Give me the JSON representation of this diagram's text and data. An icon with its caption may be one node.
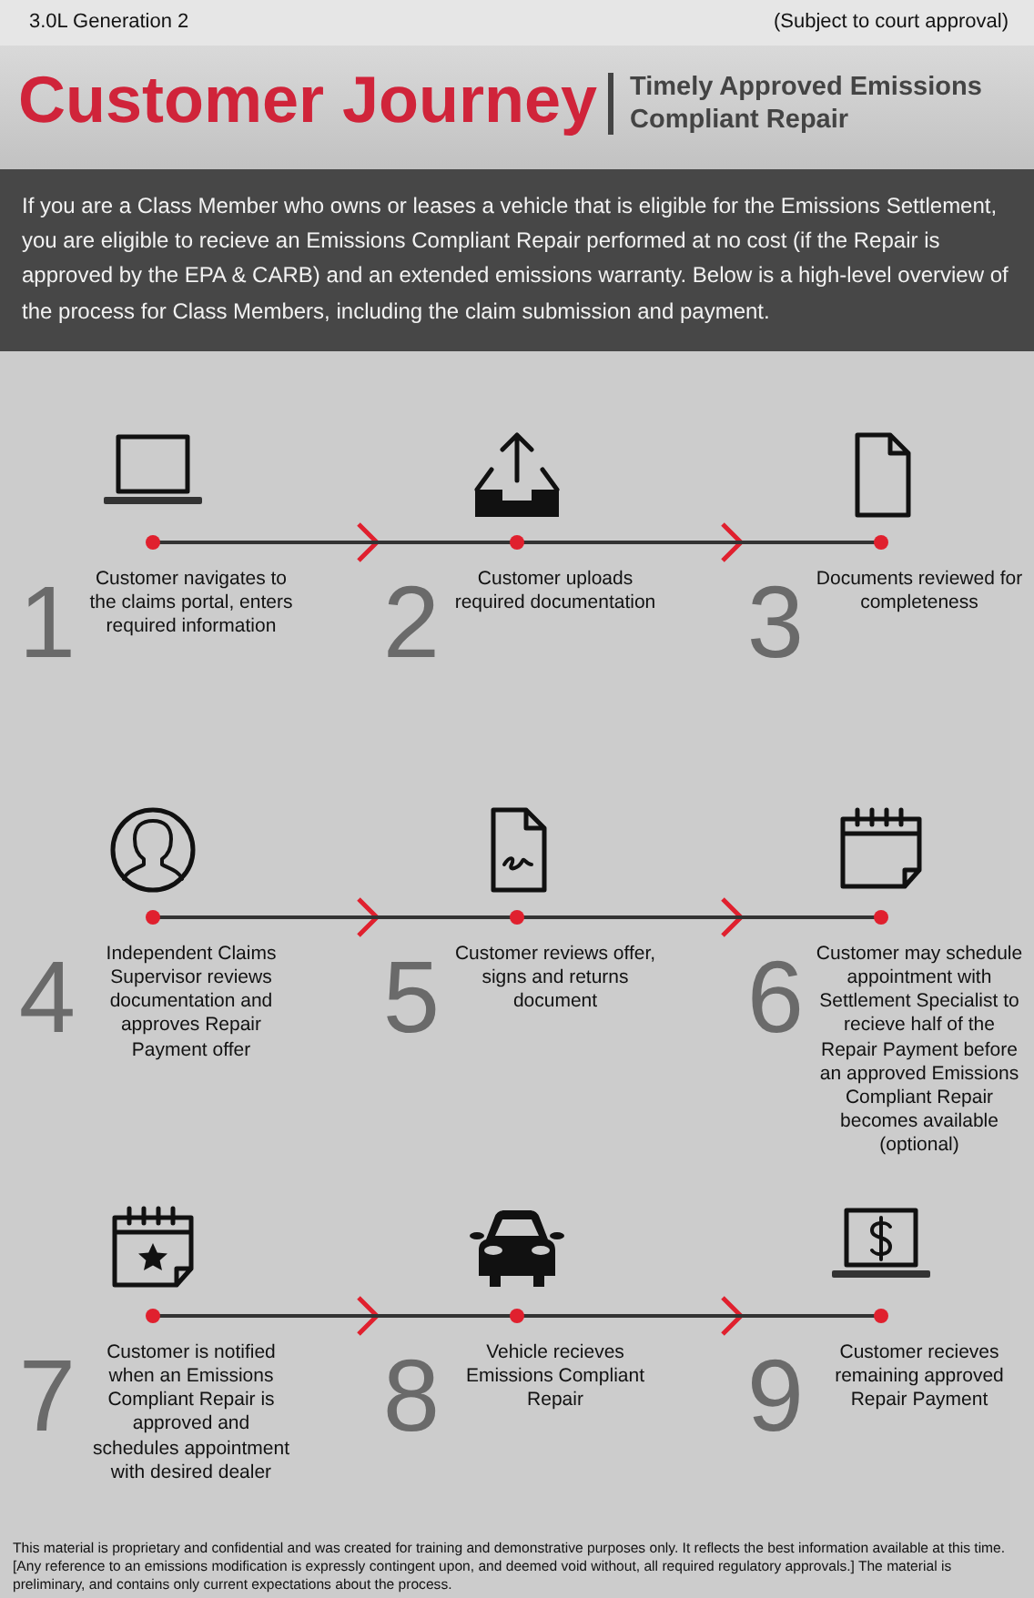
{
  "diagram": {
    "title": "Customer Journey",
    "nodes": [
      {
        "text": [
          "1",
          "Customer navigates to the claims portal, enters required information"
        ]
      },
      {
        "text": [
          "2",
          "Customer uploads required documentation"
        ]
      },
      {
        "text": [
          "3",
          "Documents reviewed for completeness"
        ]
      },
      {
        "text": [
          "4",
          "Independent Claims Supervisor reviews documentation and approves Repair Payment offer"
        ]
      },
      {
        "text": [
          "5",
          "Customer reviews offer, signs and returns document"
        ]
      },
      {
        "text": [
          "6",
          "Customer may schedule appointment with Settlement Specialist to recieve half of the Repair Payment before an approved Emissions Compliant Repair becomes available (optional)"
        ]
      },
      {
        "text": [
          "7",
          "Customer is notified when an Emissions Compliant Repair is approved and schedules appointment with desired dealer"
        ]
      },
      {
        "text": [
          "8",
          "Vehicle recieves Emissions Compliant Repair"
        ]
      },
      {
        "text": [
          "9",
          "Customer recieves remaining approved Repair Payment"
        ]
      }
    ],
    "edges": [
      {
        "from": 0,
        "to": 1,
        "arrow": "to"
      },
      {
        "from": 1,
        "to": 2,
        "arrow": "to"
      },
      {
        "from": 3,
        "to": 4,
        "arrow": "to"
      },
      {
        "from": 4,
        "to": 5,
        "arrow": "to"
      },
      {
        "from": 6,
        "to": 7,
        "arrow": "to"
      },
      {
        "from": 7,
        "to": 8,
        "arrow": "to"
      }
    ],
    "labels": [
      "3.0L Generation 2",
      "(Subject to court approval)",
      "Timely Approved Emissions Compliant Repair",
      "If you are a Class Member who owns or leases a vehicle that is eligible for the Emissions Settlement, you are eligible to recieve an Emissions Compliant Repair performed at no cost (if the Repair is approved by the EPA & CARB) and an extended emissions warranty. Below is a high-level overview of the process for Class Members, including the claim submission and payment.",
      "This material is proprietary and confidential and was created for training and demonstrative purposes only. It reflects the best information available at this time. [Any reference to an emissions modification is expressly contingent upon, and deemed void without, all required regulatory approvals.] The material is preliminary, and contains only current expectations about the process."
    ]
  }
}
